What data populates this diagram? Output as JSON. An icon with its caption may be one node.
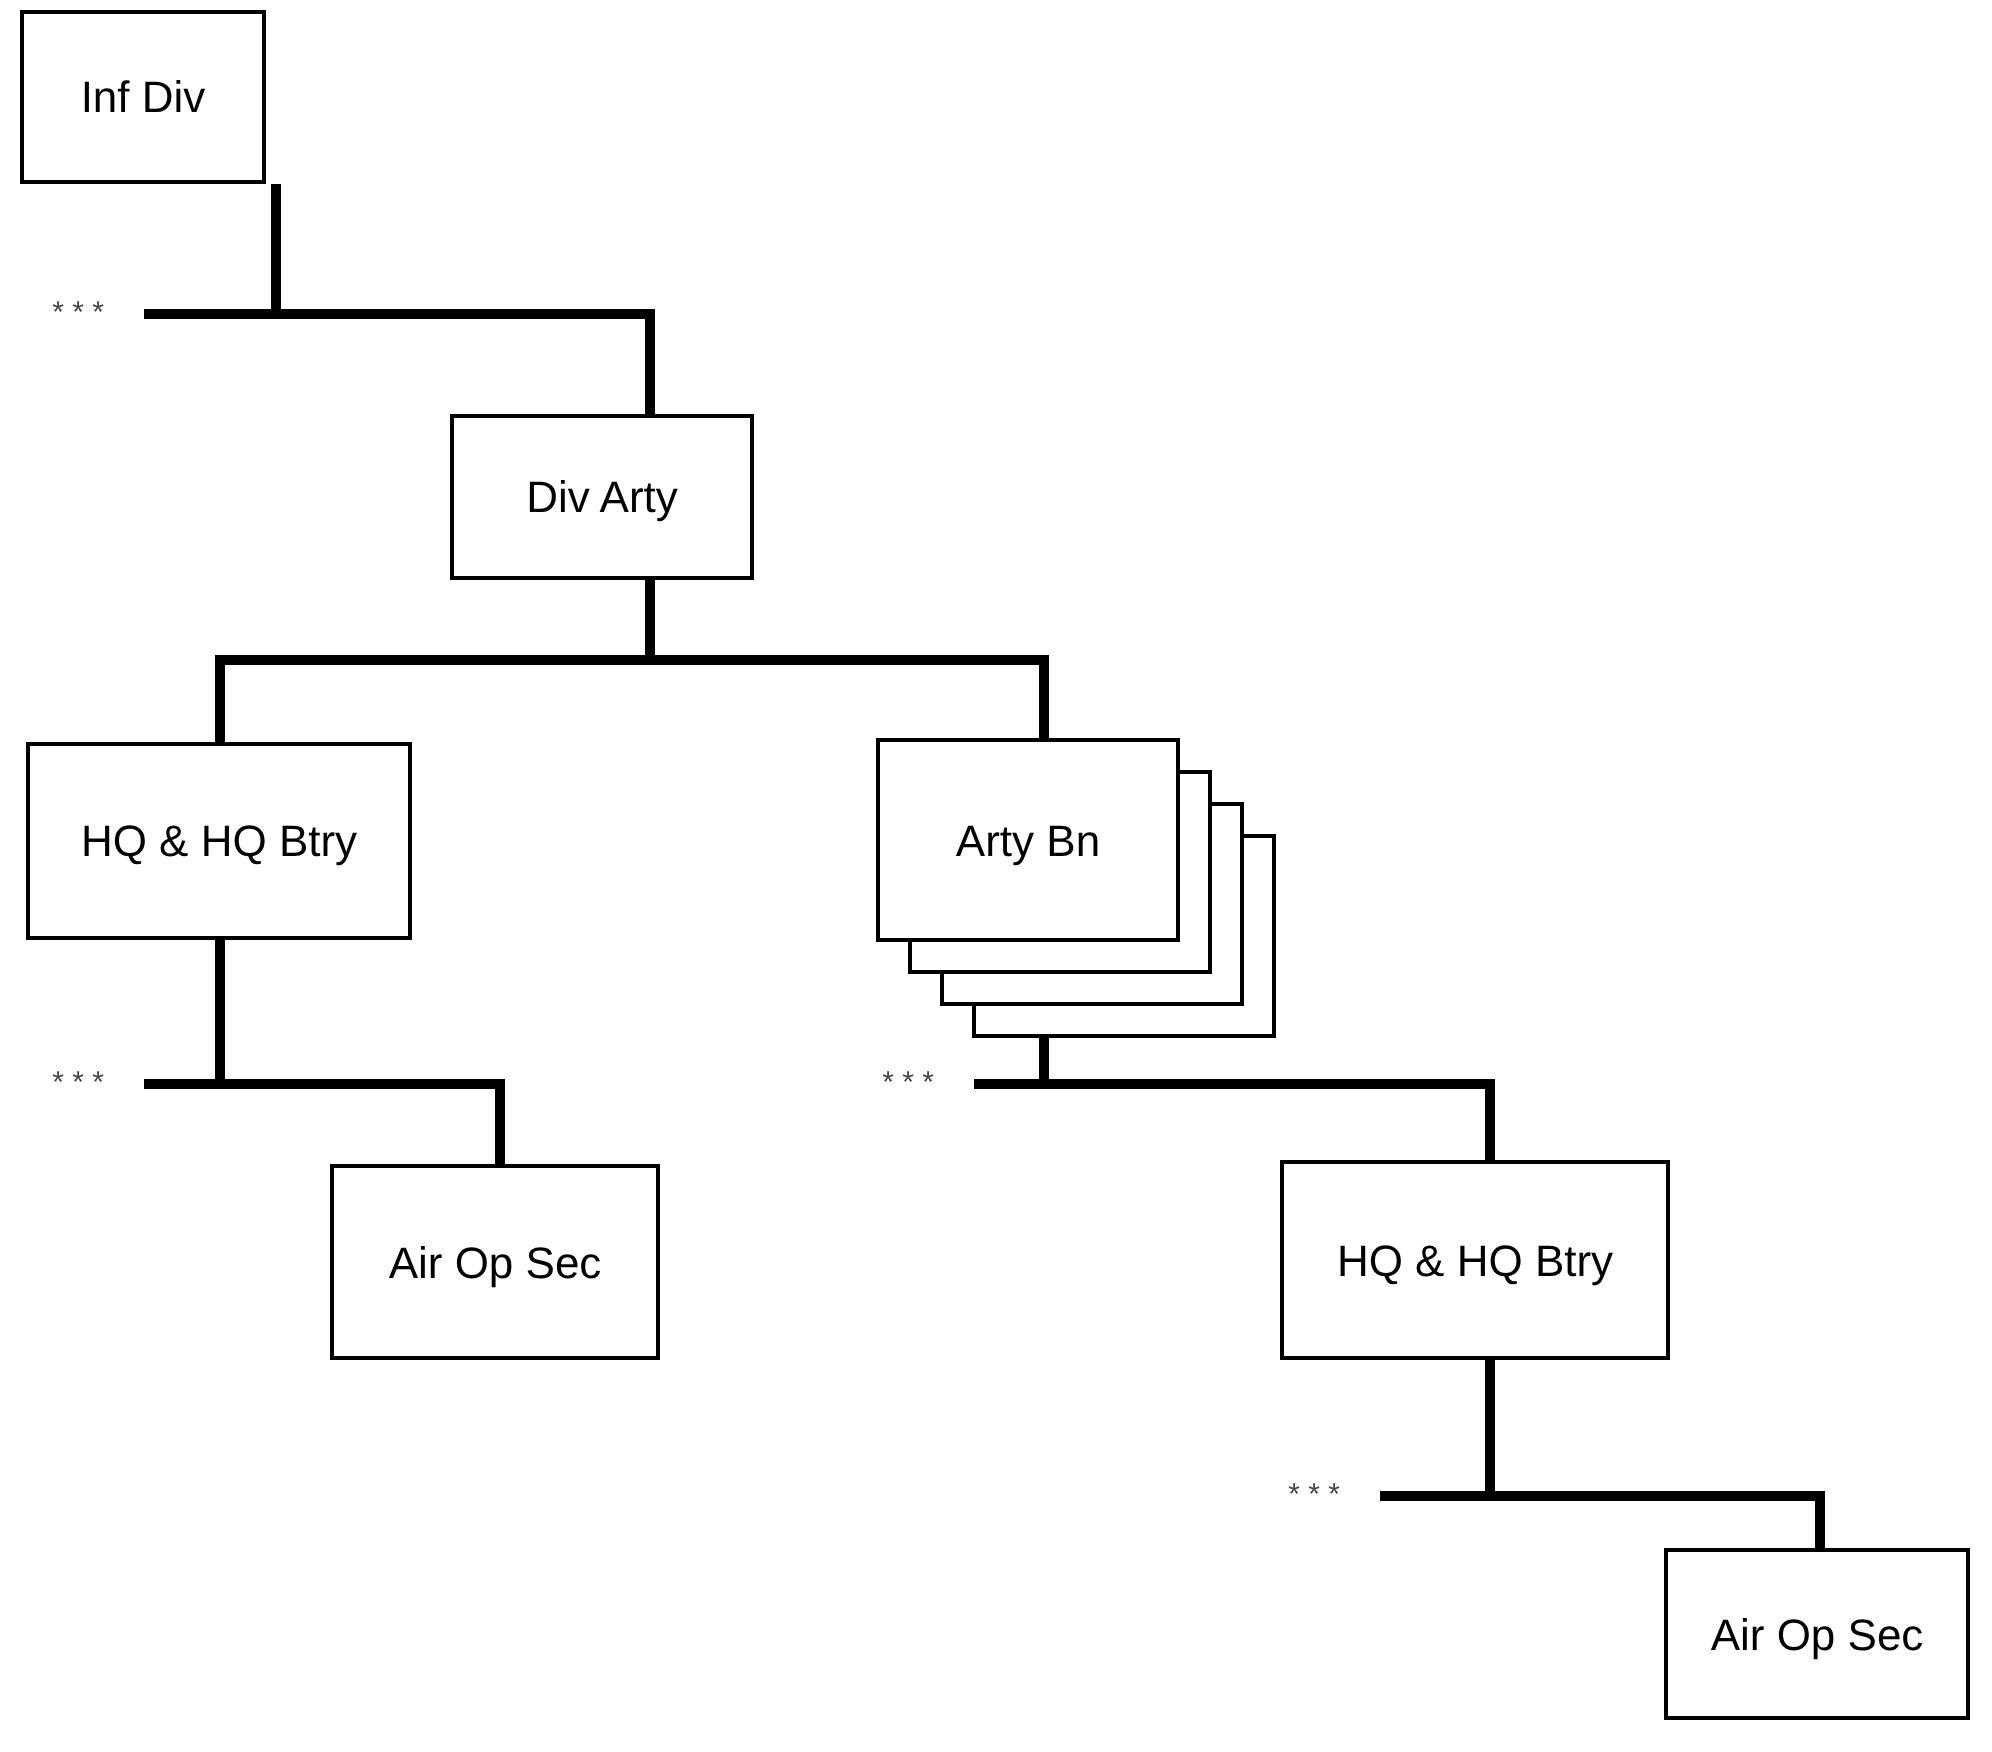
{
  "diagram": {
    "nodes": [
      {
        "text": [
          "Inf Div"
        ]
      },
      {
        "text": [
          "* * *"
        ]
      },
      {
        "text": [
          "Div Arty"
        ]
      },
      {
        "text": [
          "HQ & HQ Btry"
        ]
      },
      {
        "text": [
          "Arty Bn"
        ]
      },
      {
        "text": [
          "* * *"
        ]
      },
      {
        "text": [
          "Air Op Sec"
        ]
      },
      {
        "text": [
          "* * *"
        ]
      },
      {
        "text": [
          "HQ & HQ Btry"
        ]
      },
      {
        "text": [
          "* * *"
        ]
      },
      {
        "text": [
          "Air Op Sec"
        ]
      }
    ],
    "edges": [
      {
        "from": 0,
        "to": 2,
        "arrow": "none"
      },
      {
        "from": 1,
        "to": 2,
        "arrow": "none"
      },
      {
        "from": 2,
        "to": 3,
        "arrow": "none"
      },
      {
        "from": 2,
        "to": 4,
        "arrow": "none"
      },
      {
        "from": 3,
        "to": 6,
        "arrow": "none"
      },
      {
        "from": 5,
        "to": 6,
        "arrow": "none"
      },
      {
        "from": 4,
        "to": 8,
        "arrow": "none"
      },
      {
        "from": 7,
        "to": 8,
        "arrow": "none"
      },
      {
        "from": 8,
        "to": 10,
        "arrow": "none"
      },
      {
        "from": 9,
        "to": 10,
        "arrow": "none"
      }
    ]
  }
}
